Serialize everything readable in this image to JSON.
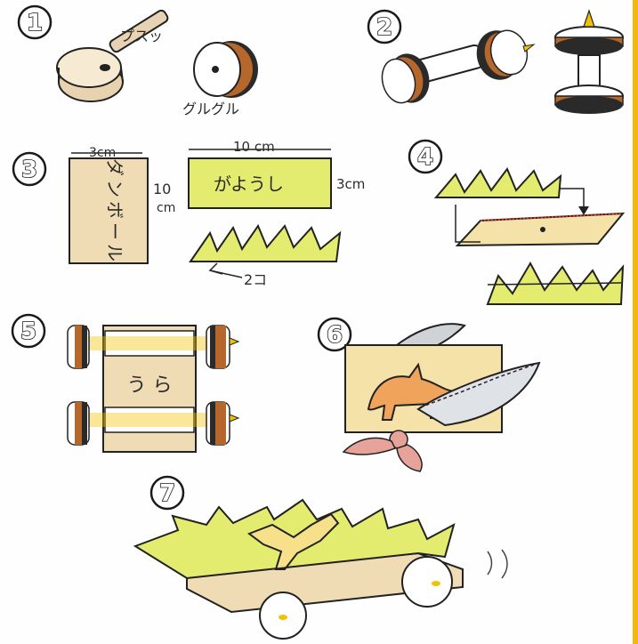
{
  "steps": [
    {
      "number": "1",
      "labels": {
        "poke": "プスッ",
        "spin": "グルグル"
      }
    },
    {
      "number": "2"
    },
    {
      "number": "3",
      "labels": {
        "box_width": "3cm",
        "box_height_num": "10",
        "box_height_unit": "cm",
        "box_text": "ダンボール",
        "paper_width": "10 cm",
        "paper_height": "3cm",
        "paper_text": "がようし",
        "count": "2コ"
      }
    },
    {
      "number": "4"
    },
    {
      "number": "5",
      "labels": {
        "body_text": "う ら"
      }
    },
    {
      "number": "6"
    },
    {
      "number": "7"
    }
  ],
  "colors": {
    "grass": "#e3ec6e",
    "grass_dark": "#cfdc3c",
    "cardboard": "#f0dcb4",
    "tire": "#b5672c",
    "paper": "#f5e2a8",
    "outline": "#222222",
    "edge": "#f2b90c"
  }
}
